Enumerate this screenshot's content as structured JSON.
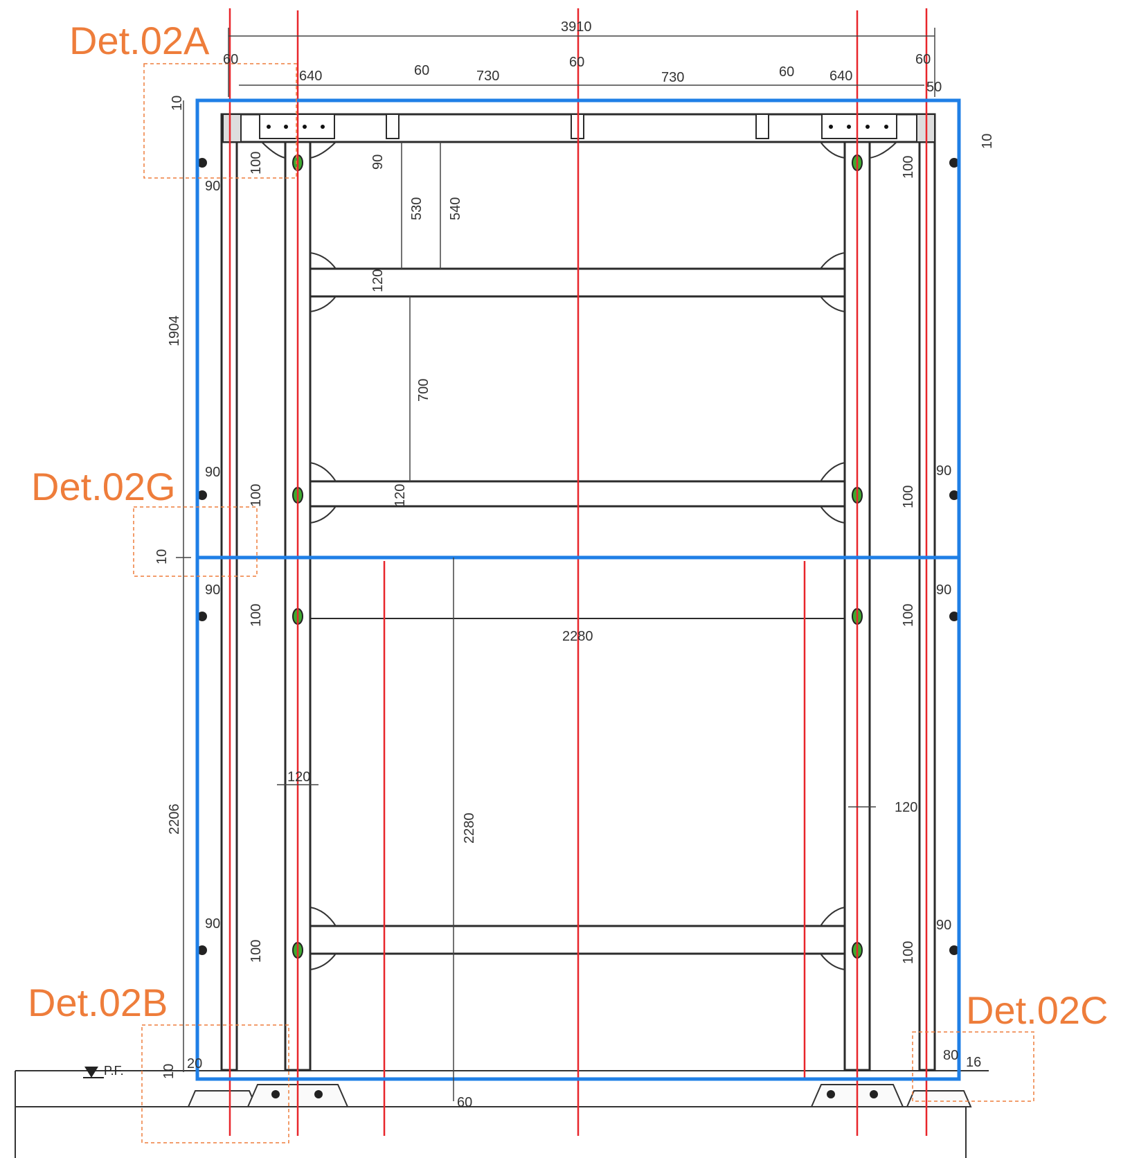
{
  "details": {
    "det_02a": "Det.02A",
    "det_02g": "Det.02G",
    "det_02b": "Det.02B",
    "det_02c": "Det.02C"
  },
  "level_label": "P.F.",
  "dimensions": {
    "overall_width": "3910",
    "top_seg_left_60": "60",
    "top_seg_left_640": "640",
    "top_seg_left_60b": "60",
    "top_seg_730a": "730",
    "top_seg_center_60": "60",
    "top_seg_730b": "730",
    "top_seg_right_60b": "60",
    "top_seg_right_640": "640",
    "top_seg_right_60": "60",
    "top_seg_right_50": "50",
    "left_top_10": "10",
    "left_height_1904": "1904",
    "left_height_2206": "2206",
    "left_joint_10": "10",
    "left_bottom_10": "10",
    "left_bottom_20": "20",
    "top_90": "90",
    "top_530": "530",
    "top_540": "540",
    "beam_120a": "120",
    "beam_700": "700",
    "beam_120b": "120",
    "left_90_a": "90",
    "left_100_a": "100",
    "left_90_b": "90",
    "left_100_b": "100",
    "left_90_c": "90",
    "left_100_c": "100",
    "left_90_d": "90",
    "left_100_d": "100",
    "right_100_a": "100",
    "right_90_b": "90",
    "right_100_b": "100",
    "right_90_c": "90",
    "right_100_c": "100",
    "right_90_d": "90",
    "right_100_d": "100",
    "right_top_10": "10",
    "span_2280": "2280",
    "height_2280": "2280",
    "post_120_left": "120",
    "post_120_right": "120",
    "bottom_80": "80",
    "bottom_16": "16",
    "bottom_60": "60"
  },
  "colors": {
    "frame_blue": "#1f7fe6",
    "axis_red": "#e8262b",
    "steel_dark": "#2b2b2b",
    "detail_orange": "#ee7d3b",
    "bolt_green": "#3daa2f"
  }
}
